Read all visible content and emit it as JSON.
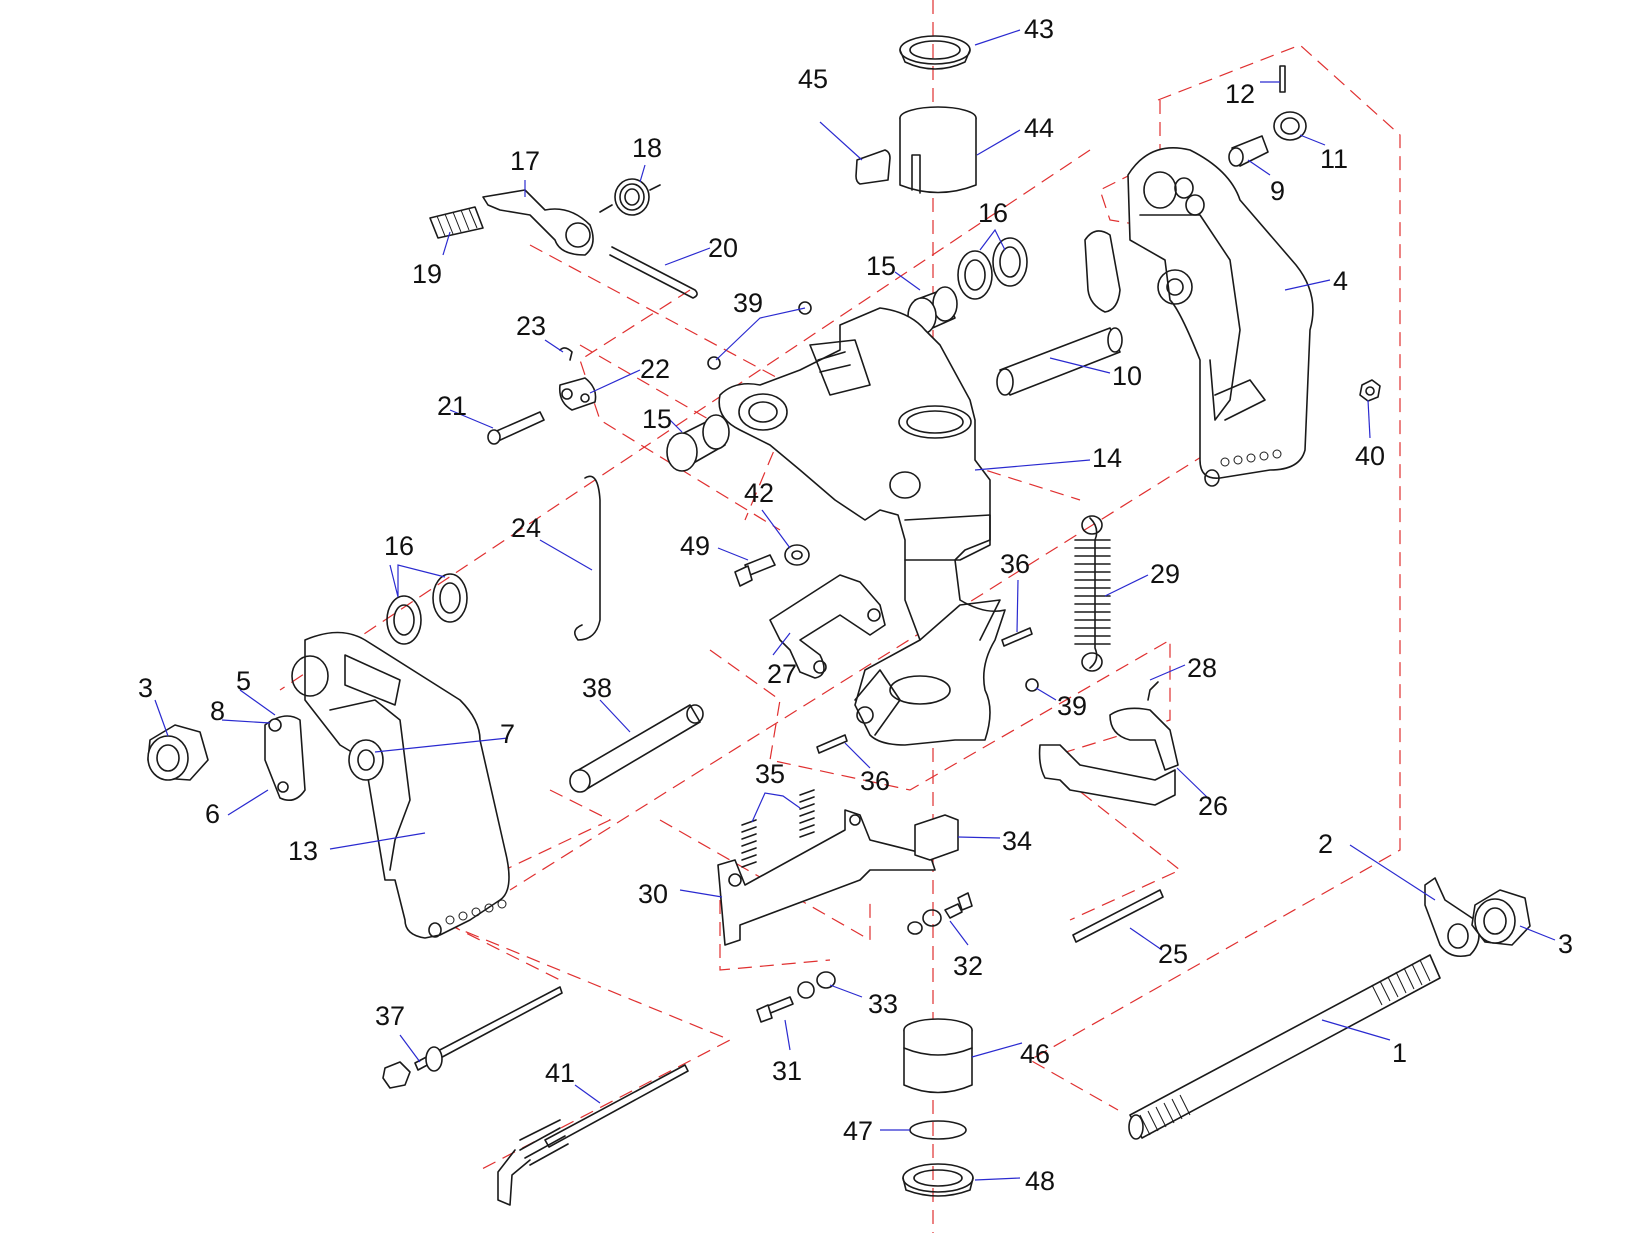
{
  "colors": {
    "leader": "#2a2ad0",
    "axis": "#e03030",
    "line": "#1a1a1a"
  },
  "callouts": [
    {
      "id": "l43",
      "text": "43"
    },
    {
      "id": "l45",
      "text": "45"
    },
    {
      "id": "l44",
      "text": "44"
    },
    {
      "id": "l12",
      "text": "12"
    },
    {
      "id": "l11",
      "text": "11"
    },
    {
      "id": "l9",
      "text": "9"
    },
    {
      "id": "l17",
      "text": "17"
    },
    {
      "id": "l18",
      "text": "18"
    },
    {
      "id": "l19",
      "text": "19"
    },
    {
      "id": "l20",
      "text": "20"
    },
    {
      "id": "l16a",
      "text": "16"
    },
    {
      "id": "l15a",
      "text": "15"
    },
    {
      "id": "l4",
      "text": "4"
    },
    {
      "id": "l39a",
      "text": "39"
    },
    {
      "id": "l23",
      "text": "23"
    },
    {
      "id": "l22",
      "text": "22"
    },
    {
      "id": "l21",
      "text": "21"
    },
    {
      "id": "l10",
      "text": "10"
    },
    {
      "id": "l15b",
      "text": "15"
    },
    {
      "id": "l40",
      "text": "40"
    },
    {
      "id": "l14",
      "text": "14"
    },
    {
      "id": "l42",
      "text": "42"
    },
    {
      "id": "l24",
      "text": "24"
    },
    {
      "id": "l49",
      "text": "49"
    },
    {
      "id": "l16b",
      "text": "16"
    },
    {
      "id": "l36a",
      "text": "36"
    },
    {
      "id": "l29",
      "text": "29"
    },
    {
      "id": "l27",
      "text": "27"
    },
    {
      "id": "l28",
      "text": "28"
    },
    {
      "id": "l38",
      "text": "38"
    },
    {
      "id": "l39b",
      "text": "39"
    },
    {
      "id": "l3a",
      "text": "3"
    },
    {
      "id": "l5",
      "text": "5"
    },
    {
      "id": "l8",
      "text": "8"
    },
    {
      "id": "l7",
      "text": "7"
    },
    {
      "id": "l36b",
      "text": "36"
    },
    {
      "id": "l35",
      "text": "35"
    },
    {
      "id": "l26",
      "text": "26"
    },
    {
      "id": "l6",
      "text": "6"
    },
    {
      "id": "l13",
      "text": "13"
    },
    {
      "id": "l34",
      "text": "34"
    },
    {
      "id": "l2",
      "text": "2"
    },
    {
      "id": "l3b",
      "text": "3"
    },
    {
      "id": "l30",
      "text": "30"
    },
    {
      "id": "l32",
      "text": "32"
    },
    {
      "id": "l25",
      "text": "25"
    },
    {
      "id": "l33",
      "text": "33"
    },
    {
      "id": "l37",
      "text": "37"
    },
    {
      "id": "l46",
      "text": "46"
    },
    {
      "id": "l1",
      "text": "1"
    },
    {
      "id": "l41",
      "text": "41"
    },
    {
      "id": "l31",
      "text": "31"
    },
    {
      "id": "l47",
      "text": "47"
    },
    {
      "id": "l48",
      "text": "48"
    }
  ]
}
